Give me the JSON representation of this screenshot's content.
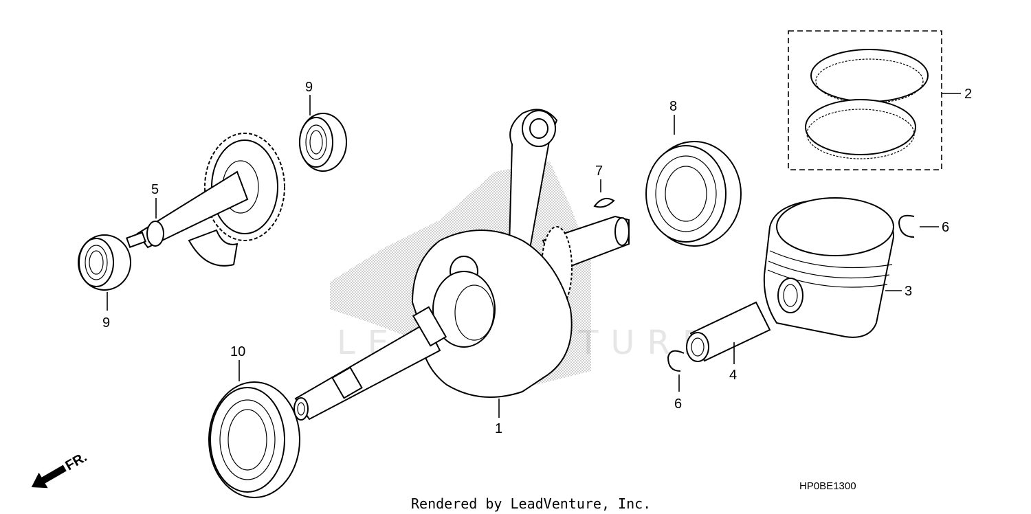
{
  "watermark": "LEADVENTURE",
  "diagram_code": "HP0BE1300",
  "credit": "Rendered by LeadVenture, Inc.",
  "front_indicator": "FR.",
  "callouts": [
    "1",
    "2",
    "3",
    "4",
    "5",
    "6",
    "6",
    "7",
    "8",
    "9",
    "9",
    "10"
  ]
}
